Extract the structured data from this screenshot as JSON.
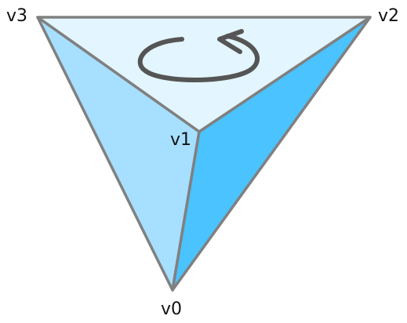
{
  "diagram": {
    "vertices": [
      {
        "id": "v0",
        "label": "v0"
      },
      {
        "id": "v1",
        "label": "v1"
      },
      {
        "id": "v2",
        "label": "v2"
      },
      {
        "id": "v3",
        "label": "v3"
      }
    ],
    "faces": [
      {
        "name": "top-face",
        "vertices": [
          "v3",
          "v2",
          "v1"
        ],
        "color": "#E3F5FE"
      },
      {
        "name": "left-face",
        "vertices": [
          "v3",
          "v1",
          "v0"
        ],
        "color": "#A6DFFF"
      },
      {
        "name": "right-face",
        "vertices": [
          "v1",
          "v2",
          "v0"
        ],
        "color": "#4AC3FF"
      }
    ],
    "edge_color": "#808080",
    "rotation_arrow": {
      "direction": "counterclockwise",
      "color": "#555555"
    }
  }
}
